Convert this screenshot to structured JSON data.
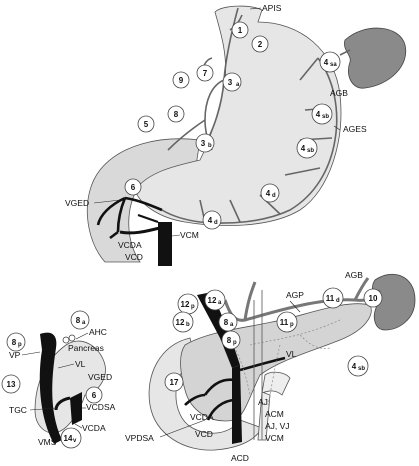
{
  "stomach_diagram": {
    "labels": {
      "apis": "APIS",
      "agb": "AGB",
      "ages": "AGES",
      "vged": "VGED",
      "vcda": "VCDA",
      "vcd": "VCD",
      "vcm": "VCM"
    },
    "nodes": [
      {
        "id": "n1",
        "main": "1",
        "sub": ""
      },
      {
        "id": "n2",
        "main": "2",
        "sub": ""
      },
      {
        "id": "n3a",
        "main": "3",
        "sub": "a"
      },
      {
        "id": "n3b",
        "main": "3",
        "sub": "b"
      },
      {
        "id": "n4sa",
        "main": "4",
        "sub": "sa"
      },
      {
        "id": "n4sb1",
        "main": "4",
        "sub": "sb"
      },
      {
        "id": "n4sb2",
        "main": "4",
        "sub": "sb"
      },
      {
        "id": "n4d1",
        "main": "4",
        "sub": "d"
      },
      {
        "id": "n4d2",
        "main": "4",
        "sub": "d"
      },
      {
        "id": "n5",
        "main": "5",
        "sub": ""
      },
      {
        "id": "n6",
        "main": "6",
        "sub": ""
      },
      {
        "id": "n7",
        "main": "7",
        "sub": ""
      },
      {
        "id": "n8",
        "main": "8",
        "sub": ""
      },
      {
        "id": "n9",
        "main": "9",
        "sub": ""
      }
    ]
  },
  "pancreas_diagram": {
    "labels": {
      "agb": "AGB",
      "agp": "AGP",
      "vl": "VL",
      "ajvj": "AJ, VJ",
      "acm": "ACM",
      "vcm": "VCM",
      "acd": "ACD",
      "vpdsa": "VPDSA",
      "vcda": "VCDA",
      "vcd": "VCD",
      "aj": "AJ"
    },
    "nodes": [
      {
        "id": "p12p",
        "main": "12",
        "sub": "p"
      },
      {
        "id": "p12a",
        "main": "12",
        "sub": "a"
      },
      {
        "id": "p12b",
        "main": "12",
        "sub": "b"
      },
      {
        "id": "p8a",
        "main": "8",
        "sub": "a"
      },
      {
        "id": "p8p",
        "main": "8",
        "sub": "p"
      },
      {
        "id": "p11p",
        "main": "11",
        "sub": "p"
      },
      {
        "id": "p11d",
        "main": "11",
        "sub": "d"
      },
      {
        "id": "p10",
        "main": "10",
        "sub": ""
      },
      {
        "id": "p4sb",
        "main": "4",
        "sub": "sb"
      },
      {
        "id": "p17",
        "main": "17",
        "sub": ""
      }
    ]
  },
  "small_diagram": {
    "labels": {
      "ahc": "AHC",
      "pancreas": "Pancreas",
      "vp": "VP",
      "vl": "VL",
      "vged": "VGED",
      "vcdsa": "VCDSA",
      "tgc": "TGC",
      "vcda": "VCDA",
      "vms": "VMS"
    },
    "nodes": [
      {
        "id": "s8a",
        "main": "8",
        "sub": "a"
      },
      {
        "id": "s8p",
        "main": "8",
        "sub": "p"
      },
      {
        "id": "s13",
        "main": "13",
        "sub": ""
      },
      {
        "id": "s6",
        "main": "6",
        "sub": ""
      },
      {
        "id": "s14v",
        "main": "14",
        "sub": "v"
      }
    ]
  }
}
